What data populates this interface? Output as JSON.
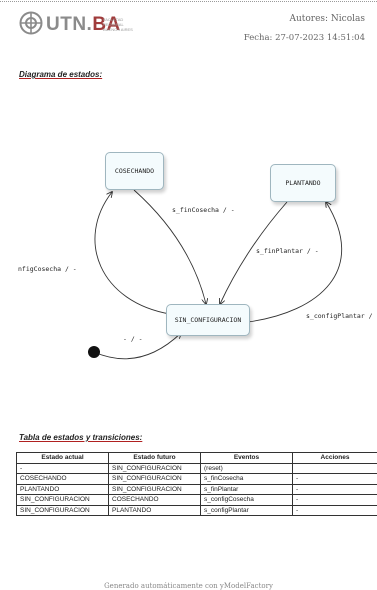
{
  "header": {
    "logo_name": "UTN.",
    "logo_suffix": "BA",
    "logo_subtitle": "FACULTAD REGIONAL BUENOS AIRES",
    "authors": "Autores: Nicolas",
    "date": "Fecha: 27-07-2023 14:51:04"
  },
  "diagram": {
    "title": "Diagrama de estados:",
    "states": {
      "cosechando": "COSECHANDO",
      "plantando": "PLANTANDO",
      "sin_configuracion": "SIN_CONFIGURACION"
    },
    "transitions": {
      "initial": "- / -",
      "fin_cosecha": "s_finCosecha / -",
      "fin_plantar": "s_finPlantar / -",
      "config_cosecha": "nfigCosecha / -",
      "config_plantar": "s_configPlantar /"
    }
  },
  "table": {
    "title": "Tabla de estados y transiciones:",
    "columns": [
      "Estado actual",
      "Estado futuro",
      "Eventos",
      "Acciones"
    ],
    "rows": [
      [
        "-",
        "SIN_CONFIGURACION",
        "(reset)",
        ""
      ],
      [
        "COSECHANDO",
        "SIN_CONFIGURACION",
        "s_finCosecha",
        "-"
      ],
      [
        "PLANTANDO",
        "SIN_CONFIGURACION",
        "s_finPlantar",
        "-"
      ],
      [
        "SIN_CONFIGURACION",
        "COSECHANDO",
        "s_configCosecha",
        "-"
      ],
      [
        "SIN_CONFIGURACION",
        "PLANTANDO",
        "s_configPlantar",
        "-"
      ]
    ]
  },
  "footer": "Generado automáticamente con yModelFactory",
  "colors": {
    "state_fill": "#f4fbfd",
    "title_underline": "#b02020",
    "logo_accent": "#a03b3b"
  }
}
